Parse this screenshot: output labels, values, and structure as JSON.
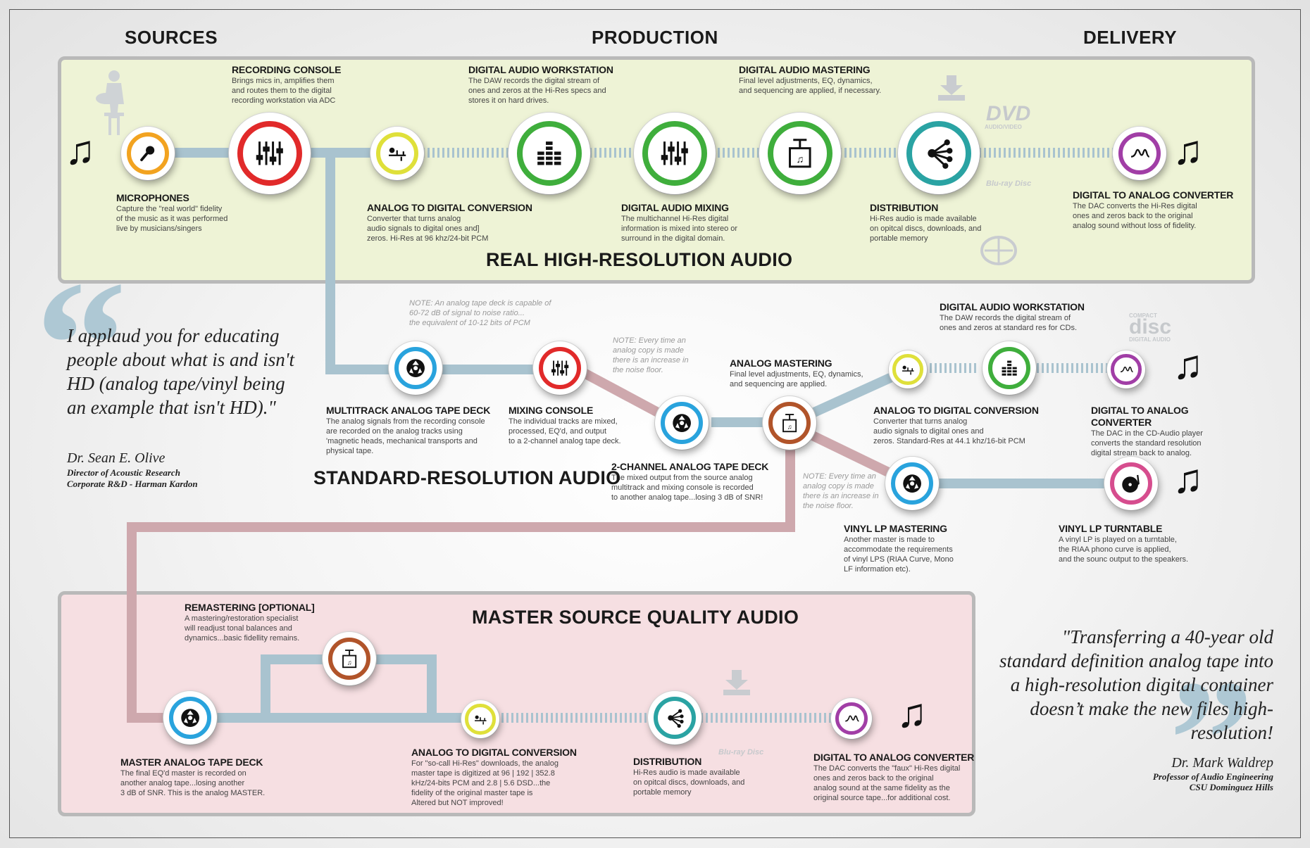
{
  "columns": {
    "sources": "SOURCES",
    "production": "PRODUCTION",
    "delivery": "DELIVERY"
  },
  "sections": {
    "real": "REAL HIGH-RESOLUTION AUDIO",
    "standard": "STANDARD-RESOLUTION AUDIO",
    "master": "MASTER SOURCE QUALITY AUDIO"
  },
  "real_row": {
    "microphones": {
      "title": "MICROPHONES",
      "desc": "Capture the \"real world\" fidelity\nof the music as it was performed\nlive by musicians/singers"
    },
    "recording_console": {
      "title": "RECORDING CONSOLE",
      "desc": "Brings mics in, amplifies them\nand routes them to the digital\nrecording workstation via ADC"
    },
    "adc": {
      "title": "ANALOG TO DIGITAL CONVERSION",
      "desc": "Converter that turns analog\naudio signals to digital ones and]\nzeros. Hi-Res at 96 khz/24-bit PCM"
    },
    "daw": {
      "title": "DIGITAL AUDIO WORKSTATION",
      "desc": "The DAW records the digital stream of\nones and zeros at the Hi-Res specs and\nstores it on hard drives."
    },
    "mixing": {
      "title": "DIGITAL AUDIO MIXING",
      "desc": "The multichannel Hi-Res digital\ninformation is mixed into stereo or\nsurround in the digital domain."
    },
    "mastering": {
      "title": "DIGITAL AUDIO MASTERING",
      "desc": "Final level adjustments, EQ, dynamics,\nand sequencing are applied, if necessary."
    },
    "distribution": {
      "title": "DISTRIBUTION",
      "desc": "Hi-Res audio is made available\non opitcal discs, downloads, and\nportable memory"
    },
    "dac": {
      "title": "DIGITAL TO ANALOG CONVERTER",
      "desc": "The DAC converts the Hi-Res digital\nones and zeros back to the original\nanalog sound without loss of fidelity."
    }
  },
  "standard_row": {
    "multitrack": {
      "title": "MULTITRACK ANALOG TAPE DECK",
      "desc": "The analog signals from the recording console\nare recorded on the analog tracks using\n'magnetic heads, mechanical transports and\nphysical tape."
    },
    "mixing_console": {
      "title": "MIXING CONSOLE",
      "desc": "The individual tracks are mixed,\nprocessed, EQ'd, and output\nto a 2-channel analog tape deck."
    },
    "two_channel": {
      "title": "2-CHANNEL ANALOG TAPE DECK",
      "desc": "The mixed output from the source analog\nmultitrack and mixing console is recorded\nto another analog tape...losing 3 dB of SNR!"
    },
    "analog_mastering": {
      "title": "ANALOG MASTERING",
      "desc": "Final level adjustments, EQ, dynamics,\nand sequencing are applied."
    },
    "daw_cd": {
      "title": "DIGITAL AUDIO WORKSTATION",
      "desc": "The DAW records the digital stream of\nones and zeros at standard res for CDs."
    },
    "adc_cd": {
      "title": "ANALOG TO DIGITAL CONVERSION",
      "desc": "Converter that turns analog\naudio signals to digital ones and\nzeros. Standard-Res at 44.1 khz/16-bit PCM"
    },
    "dac_cd": {
      "title": "DIGITAL TO ANALOG CONVERTER",
      "desc": "The DAC in the CD-Audio player\nconverts the standard resolution\ndigital stream back to analog."
    },
    "vinyl_mastering": {
      "title": "VINYL LP MASTERING",
      "desc": "Another master is made to\naccommodate the requirements\nof vinyl LPS (RIAA Curve, Mono\nLF information etc)."
    },
    "turntable": {
      "title": "VINYL LP TURNTABLE",
      "desc": "A vinyl LP is played on a turntable,\nthe RIAA phono curve is applied,\nand the sounc output to the speakers."
    }
  },
  "notes": {
    "tape_snr": "NOTE: An analog tape deck is capable of\n60-72 dB of signal to noise ratio...\nthe equivalent of 10-12 bits of PCM",
    "copy1": "NOTE: Every time an\nanalog copy is made\nthere is an increase in\nthe noise floor.",
    "copy2": "NOTE: Every time an\nanalog copy is made\nthere is an increase in\nthe noise floor."
  },
  "master_row": {
    "remastering": {
      "title": "REMASTERING [OPTIONAL]",
      "desc": "A mastering/restoration specialist\nwill readjust tonal balances and\ndynamics...basic fidellity remains."
    },
    "master_deck": {
      "title": "MASTER ANALOG TAPE DECK",
      "desc": "The final EQ'd master is recorded on\nanother analog tape...losing another\n3 dB of SNR. This is the analog MASTER."
    },
    "adc": {
      "title": "ANALOG TO DIGITAL CONVERSION",
      "desc": "For \"so-call Hi-Res\" downloads, the analog\nmaster tape is digitized at 96 | 192 | 352.8\nkHz/24-bits PCM and 2.8 | 5.6 DSD...the\nfidelity of the original master tape is\nAltered but NOT improved!"
    },
    "distribution": {
      "title": "DISTRIBUTION",
      "desc": "Hi-Res audio is made available\non opitcal discs, downloads, and\nportable memory"
    },
    "dac": {
      "title": "DIGITAL TO ANALOG CONVERTER",
      "desc": "The DAC converts the \"faux\" Hi-Res digital\nones and zeros back to the original\nanalog sound at the same fidelity as the\noriginal source tape...for additional cost."
    }
  },
  "quote1": {
    "text": "I applaud you for educating people about what is and isn't HD (analog tape/vinyl being an example that isn't HD).\"",
    "name": "Dr. Sean E. Olive",
    "role1": "Director of Acoustic Research",
    "role2": "Corporate R&D - Harman Kardon"
  },
  "quote2": {
    "text": "\"Transferring a 40-year old standard definition analog tape into a high-resolution digital container doesn’t make the new files high-resolution!",
    "name": "Dr. Mark Waldrep",
    "role1": "Professor of Audio Engineering",
    "role2": "CSU Dominguez Hills"
  },
  "logos": {
    "dvd": "DVD",
    "dvd_sub": "AUDIO/VIDEO",
    "bluray": "Blu-ray Disc",
    "compact_top": "COMPACT",
    "compact_disc": "disc",
    "compact_bottom": "DIGITAL AUDIO"
  },
  "colors": {
    "orange": "#f2a320",
    "red": "#e12a2a",
    "yellow": "#dfe03a",
    "green": "#3fae3c",
    "teal": "#2aa3a3",
    "purple": "#a13ea6",
    "blue": "#29a3dd",
    "brown": "#b1542a",
    "pink": "#d64d8e",
    "connector_blue": "#a9c3cf",
    "connector_pink": "#cea8ad"
  },
  "icons": [
    "microphone-icon",
    "faders-icon",
    "converter-icon",
    "meter-bars-icon",
    "mastering-press-icon",
    "distribution-icon",
    "waveform-icon",
    "tape-reel-icon",
    "turntable-icon",
    "music-note-icon",
    "download-icon"
  ]
}
